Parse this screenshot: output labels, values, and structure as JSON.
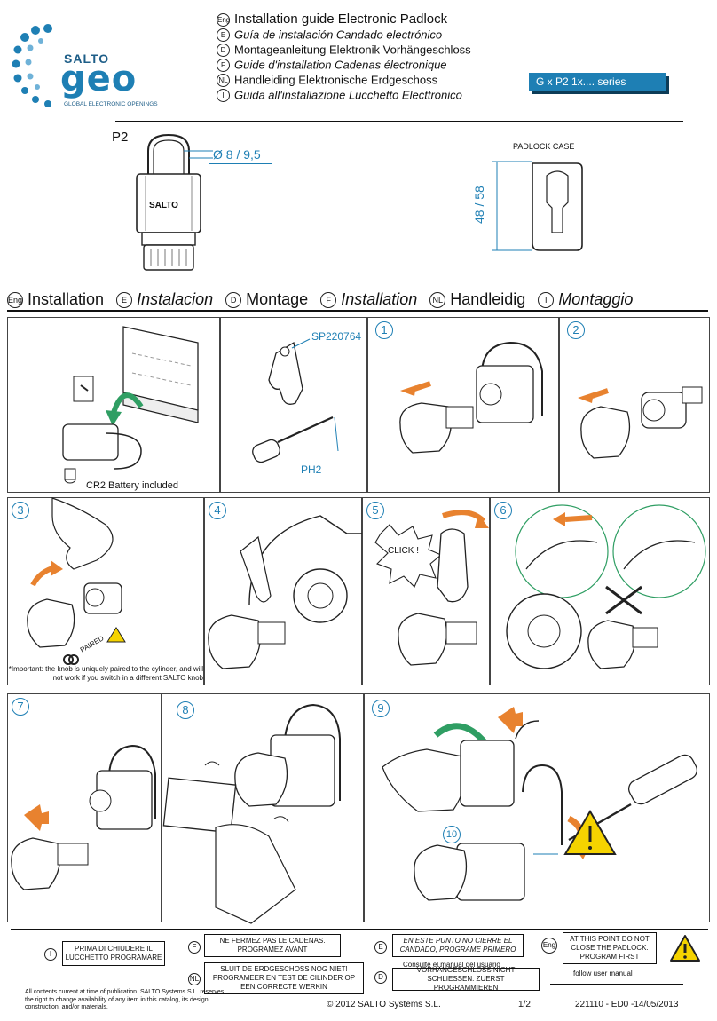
{
  "brand": {
    "salto": "SALTO",
    "geo": "GEO",
    "tagline": "GLOBAL ELECTRONIC OPENINGS"
  },
  "titles": [
    {
      "lang": "Eng",
      "text": "Installation guide Electronic Padlock"
    },
    {
      "lang": "E",
      "text": "Guía de instalación Candado electrónico"
    },
    {
      "lang": "D",
      "text": "Montageanleitung Elektronik Vorhängeschloss"
    },
    {
      "lang": "F",
      "text": "Guide d'installation Cadenas électronique"
    },
    {
      "lang": "NL",
      "text": "Handleiding Elektronische Erdgeschoss"
    },
    {
      "lang": "I",
      "text": "Guida all'installazione Lucchetto Electtronico"
    }
  ],
  "series": "G x P2 1x....  series",
  "spec": {
    "model": "P2",
    "diameter": "Ø 8 / 9,5",
    "case_label": "PADLOCK CASE",
    "case_dims": "48 / 58",
    "body_logo": "SALTO"
  },
  "install_bar": [
    {
      "lang": "Eng",
      "text": "Installation",
      "italic": false
    },
    {
      "lang": "E",
      "text": "Instalacion",
      "italic": true
    },
    {
      "lang": "D",
      "text": "Montage",
      "italic": false
    },
    {
      "lang": "F",
      "text": "Installation",
      "italic": true
    },
    {
      "lang": "NL",
      "text": "Handleidig",
      "italic": false
    },
    {
      "lang": "I",
      "text": "Montaggio",
      "italic": true
    }
  ],
  "steps": {
    "battery": "CR2 Battery included",
    "tool_part": "SP220764",
    "screwdriver": "PH2",
    "n1": "1",
    "n2": "2",
    "n3": "3",
    "n4": "4",
    "n5": "5",
    "n6": "6",
    "n7": "7",
    "n8": "8",
    "n9": "9",
    "n10": "10",
    "click": "CLICK !",
    "paired": "PAIRED",
    "important": "*Important: the knob is uniquely paired to the cylinder, and will not work if you switch in a different SALTO knob"
  },
  "footer_notes": {
    "it_lang": "I",
    "it": "PRIMA DI CHIUDERE IL LUCCHETTO PROGRAMARE",
    "fr_lang": "F",
    "fr": "NE FERMEZ PAS LE CADENAS. PROGRAMEZ AVANT",
    "nl_lang": "NL",
    "nl": "SLUIT DE ERDGESCHOSS NOG NIET! PROGRAMEER EN TEST DE CILINDER OP EEN CORRECTE WERKIN",
    "es_lang": "E",
    "es": "EN ESTE PUNTO NO CIERRE EL CANDADO, PROGRAME PRIMERO",
    "es_sub": "Consulte el manual del usuario",
    "de_lang": "D",
    "de": "VORHÄNGESCHLOSS NICHT SCHLIESSEN. ZUERST PROGRAMMIEREN",
    "en_lang": "Eng",
    "en": "AT THIS POINT DO NOT CLOSE THE PADLOCK. PROGRAM FIRST",
    "en_sub": "follow user manual"
  },
  "footer": {
    "disclaimer": "All contents current at time of publication. SALTO Systems S.L. reserves the right to change availability of any item in this catalog, its design, construction, and/or materials.",
    "copyright": "© 2012 SALTO Systems S.L.",
    "page": "1/2",
    "doc_code": "221110 - ED0 -14/05/2013"
  },
  "colors": {
    "accent_blue": "#1e7fb4",
    "orange": "#e8822f",
    "green": "#2f9e63",
    "warning_yellow": "#f5d300"
  }
}
